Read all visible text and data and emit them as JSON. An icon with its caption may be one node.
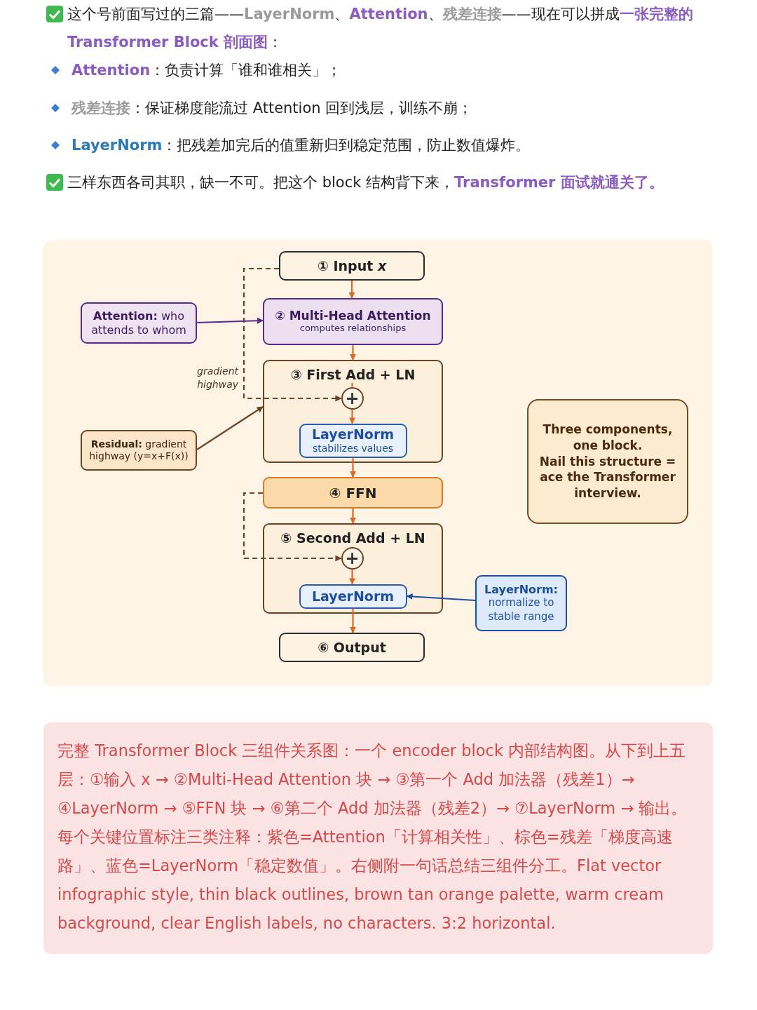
{
  "diagram": {
    "nodes": [
      {
        "text": [
          "① Input *x*"
        ]
      },
      {
        "text": [
          "② Multi-Head Attention",
          "computes relationships"
        ]
      },
      {
        "text": [
          "③ First Add + LN"
        ]
      },
      {
        "text": [
          "+"
        ],
        "in": 2
      },
      {
        "text": [
          "LayerNorm",
          "stabilizes values"
        ],
        "in": 2
      },
      {
        "text": [
          "④ FFN"
        ]
      },
      {
        "text": [
          "⑤ Second Add + LN"
        ]
      },
      {
        "text": [
          "+"
        ],
        "in": 6
      },
      {
        "text": [
          "LayerNorm"
        ],
        "in": 6
      },
      {
        "text": [
          "⑥ Output"
        ]
      },
      {
        "text": [
          "**Attention:** who attends to whom"
        ]
      },
      {
        "text": [
          "**Residual:** gradient highway (y=x+F(x))"
        ]
      },
      {
        "text": [
          "Three components, one block.",
          "Nail this structure = ace the Transformer interview."
        ]
      },
      {
        "text": [
          "LayerNorm:",
          "normalize to stable range"
        ]
      }
    ],
    "edges": [
      {
        "from": 0,
        "to": 1,
        "arrow": "to"
      },
      {
        "from": 1,
        "to": 2,
        "arrow": "to"
      },
      {
        "from": 3,
        "to": 4,
        "arrow": "to"
      },
      {
        "from": 4,
        "to": 5,
        "arrow": "to"
      },
      {
        "from": 5,
        "to": 6,
        "arrow": "to"
      },
      {
        "from": 7,
        "to": 8,
        "arrow": "to"
      },
      {
        "from": 8,
        "to": 9,
        "arrow": "to"
      },
      {
        "from": 0,
        "to": 3,
        "arrow": "to",
        "style": "dashed",
        "color": "#6b4426"
      },
      {
        "from": 5,
        "to": 7,
        "arrow": "to",
        "style": "dashed",
        "color": "#6b4426"
      },
      {
        "from": 10,
        "to": 1,
        "arrow": "to",
        "color": "#5b2a86"
      },
      {
        "from": 11,
        "to": 2,
        "arrow": "to",
        "color": "#6b4426"
      },
      {
        "from": 13,
        "to": 8,
        "arrow": "to",
        "color": "#1f4f9c"
      }
    ],
    "labels": [
      "这个号前面写过的三篇——**LayerNorm**、**Attention**、**残差连接**——现在可以拼成**一张完整的 Transformer Block 剖面图**：",
      "**Attention**：负责计算「谁和谁相关」；",
      "**残差连接**：保证梯度能流过 Attention 回到浅层，训练不崩；",
      "**LayerNorm**：把残差加完后的值重新归到稳定范围，防止数值爆炸。",
      "三样东西各司其职，缺一不可。把这个 block 结构背下来，**Transformer 面试就通关了。**",
      "gradient highway",
      "完整 Transformer Block 三组件关系图：一个 encoder block 内部结构图。从下到上五层：①输入 x → ②Multi-Head Attention 块 → ③第一个 Add 加法器（残差1）→ ④LayerNorm → ⑤FFN 块 → ⑥第二个 Add 加法器（残差2）→ ⑦LayerNorm → 输出。每个关键位置标注三类注释：紫色=Attention「计算相关性」、棕色=残差「梯度高速路」、蓝色=LayerNorm「稳定数值」。右侧附一句话总结三组件分工。Flat vector infographic style, thin black outlines, brown tan orange palette, warm cream background, clear English labels, no characters. 3:2 horizontal."
    ]
  }
}
